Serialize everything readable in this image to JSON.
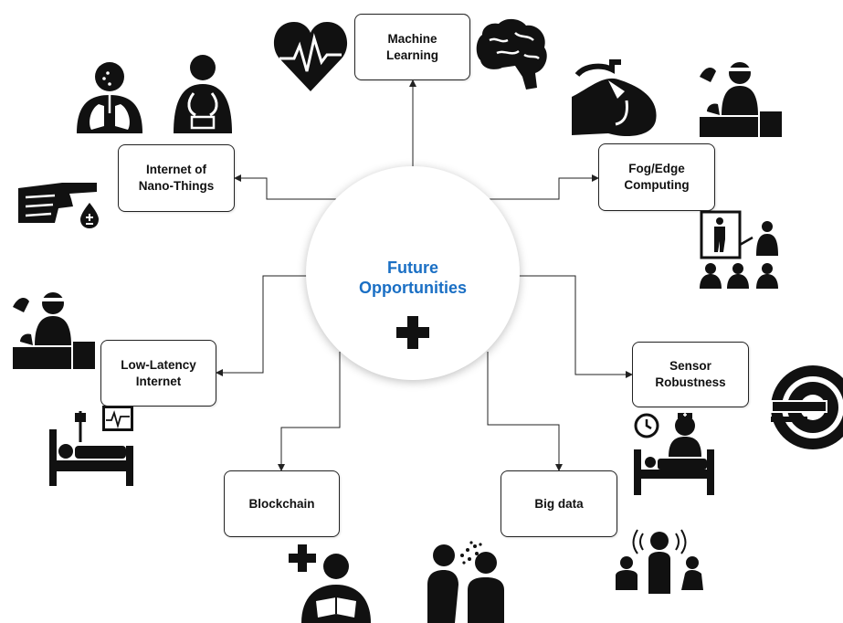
{
  "center": {
    "title": "Future\nOpportunities",
    "title_color": "#1a6fc4",
    "icon": "medical-cross-icon"
  },
  "nodes": {
    "machine_learning": {
      "label": "Machine\nLearning",
      "icons": [
        "heartbeat-icon",
        "brain-icon"
      ]
    },
    "internet_nano_things": {
      "label": "Internet of\nNano-Things",
      "icons": [
        "lungs-body-icon",
        "digestive-body-icon",
        "finger-drop-icon"
      ]
    },
    "fog_edge": {
      "label": "Fog/Edge\nComputing",
      "icons": [
        "ultrasound-probe-icon",
        "doctor-patient-icon",
        "presentation-audience-icon"
      ]
    },
    "low_latency": {
      "label": "Low-Latency\nInternet",
      "icons": [
        "doctor-patient-icon",
        "hospital-bed-monitor-icon"
      ]
    },
    "sensor_robustness": {
      "label": "Sensor\nRobustness",
      "icons": [
        "mri-scanner-icon",
        "nurse-bed-clock-icon"
      ]
    },
    "blockchain": {
      "label": "Blockchain",
      "icons": [
        "person-reading-cross-icon"
      ]
    },
    "big_data": {
      "label": "Big data",
      "icons": [
        "virus-spread-people-icon",
        "people-signal-icon"
      ]
    }
  }
}
